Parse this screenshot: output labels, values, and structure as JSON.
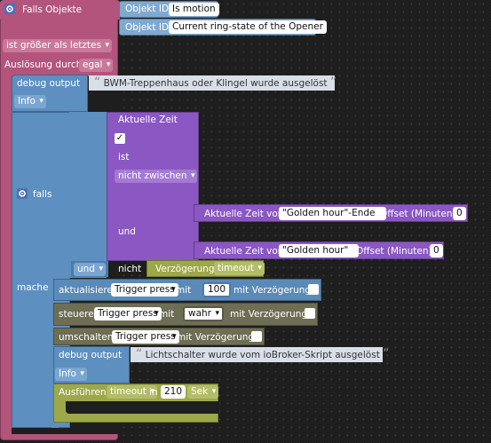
{
  "trigger_block": {
    "title": "Falls Objekte",
    "object_id_label": "Objekt ID",
    "objects": [
      "Is motion",
      "Current ring-state of the Opener"
    ],
    "condition": "ist größer als letztes",
    "ausloesung_label": "Auslösung durch",
    "ausloesung_value": "egal"
  },
  "debug1": {
    "label": "debug output",
    "message": "BWM-Treppenhaus oder Klingel wurde ausgelöst",
    "level": "Info"
  },
  "if_block": {
    "falls_label": "falls",
    "mache_label": "mache",
    "time_label": "Aktuelle Zeit",
    "checkmark": "✓",
    "ist_label": "ist",
    "range_value": "nicht zwischen",
    "und_label": "und",
    "und_dropdown": "und",
    "nicht_label": "nicht",
    "row1": {
      "prefix": "Aktuelle Zeit von",
      "astro": "\"Golden hour\"-Ende",
      "offset_label": "Offset (Minuten)",
      "offset_value": "0"
    },
    "row2": {
      "prefix": "Aktuelle Zeit von",
      "astro": "\"Golden hour\"",
      "offset_label": "Offset (Minuten)",
      "offset_value": "0"
    },
    "delay_label": "Verzögerung",
    "delay_name": "timeout"
  },
  "actions": {
    "update": {
      "label": "aktualisiere",
      "target": "Trigger press",
      "mit_label": "mit",
      "value": "100",
      "delay_label": "mit Verzögerung"
    },
    "control": {
      "label": "steuere",
      "target": "Trigger press",
      "mit_label": "mit",
      "value": "wahr",
      "delay_label": "mit Verzögerung"
    },
    "toggle": {
      "label": "umschalten",
      "target": "Trigger press",
      "delay_label": "mit Verzögerung"
    }
  },
  "debug2": {
    "label": "debug output",
    "message": "Lichtschalter wurde vom ioBroker-Skript ausgelöst",
    "level": "Info"
  },
  "timeout_block": {
    "label": "Ausführen",
    "name": "timeout",
    "in_label": "in",
    "value": "210",
    "unit": "Sek"
  }
}
